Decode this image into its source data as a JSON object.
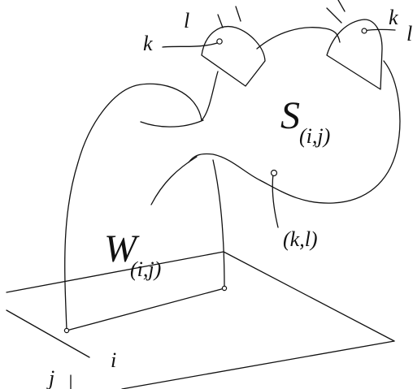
{
  "labels": {
    "k_left": "k",
    "l_left": "l",
    "k_right": "k",
    "l_right": "l",
    "s_main": "S",
    "s_sub": "(i,j)",
    "w_main": "W",
    "w_sub": "(i,j)",
    "kl_pair": "(k,l)",
    "i_label": "i",
    "j_label": "j"
  }
}
